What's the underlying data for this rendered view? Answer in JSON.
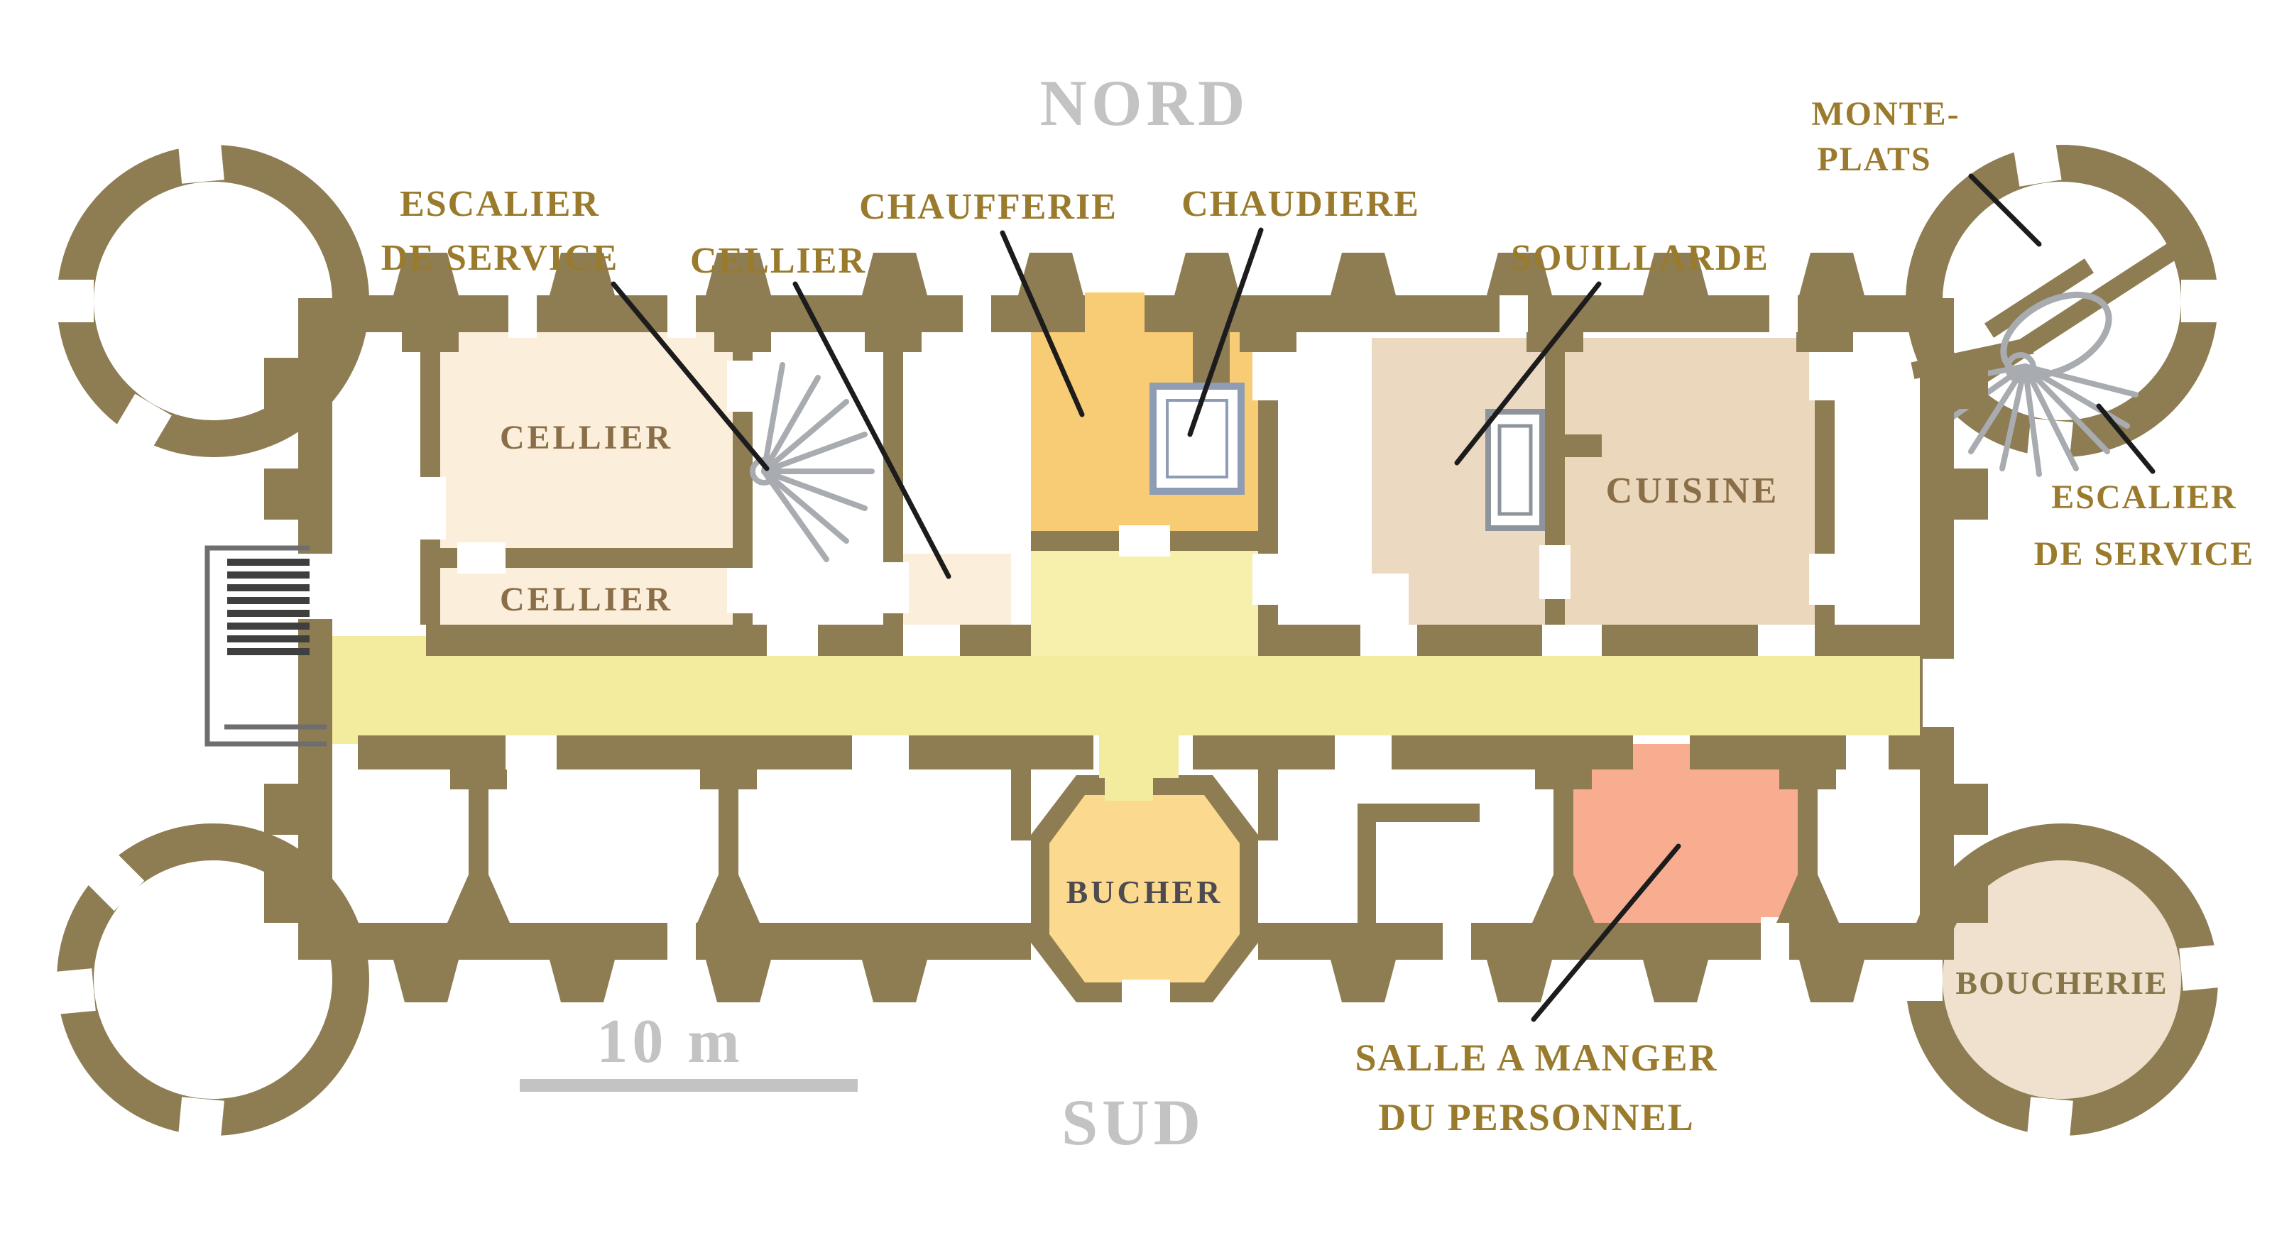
{
  "plan": {
    "compass_north": "NORD",
    "compass_south": "SUD",
    "scale_label": "10 m",
    "callouts": {
      "escalier_left_line1": "ESCALIER",
      "escalier_left_line2": "DE SERVICE",
      "cellier": "CELLIER",
      "chaufferie": "CHAUFFERIE",
      "chaudiere": "CHAUDIERE",
      "souillarde": "SOUILLARDE",
      "monte_plats_line1": "MONTE-",
      "monte_plats_line2": "PLATS",
      "escalier_right_line1": "ESCALIER",
      "escalier_right_line2": "DE SERVICE",
      "salle_line1": "SALLE A MANGER",
      "salle_line2": "DU PERSONNEL"
    },
    "rooms": {
      "cellier_1": "CELLIER",
      "cellier_2": "CELLIER",
      "cuisine": "CUISINE",
      "bucher": "BUCHER",
      "boucherie": "BOUCHERIE"
    }
  },
  "colors": {
    "wall": "#8e7d53",
    "cream": "#fbeeda",
    "orange": "#f8cc74",
    "corridor": "#f3eb9e",
    "connector": "#f6f0ac",
    "tan": "#ecd9c1",
    "cuisine_tan": "#ebd7bc",
    "salmon": "#f8ad90",
    "bucher_fill": "#fbd98e",
    "boucherie_fill": "#efe1cd",
    "label_gold": "#9a7a2c",
    "room_label": "#8a6e47",
    "bucher_label": "#4d4b50",
    "boucherie_label": "#857547",
    "gray_text": "#c3c3c3",
    "stair_gray": "#a8acb1",
    "leader": "#1c1c1c",
    "chaudiere_border": "#8f9db4",
    "sink_border": "#8e949c"
  }
}
